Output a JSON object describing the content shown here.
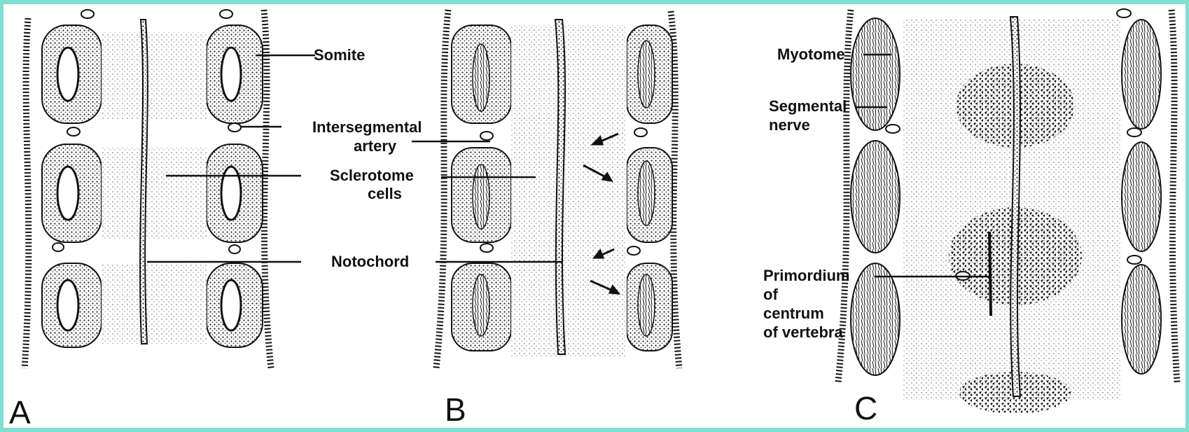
{
  "figure": {
    "panels": [
      {
        "letter": "A"
      },
      {
        "letter": "B"
      },
      {
        "letter": "C"
      }
    ],
    "labels": {
      "somite": "Somite",
      "intersegmental_artery_1": "Intersegmental",
      "intersegmental_artery_2": "artery",
      "sclerotome_cells_1": "Sclerotome",
      "sclerotome_cells_2": "cells",
      "notochord": "Notochord",
      "myotome": "Myotome",
      "segmental_nerve_1": "Segmental",
      "segmental_nerve_2": "nerve",
      "primordium_1": "Primordium",
      "primordium_2": "of",
      "primordium_3": "centrum",
      "primordium_4": "of vertebra"
    },
    "colors": {
      "background": "#7fe0d4",
      "ink": "#111111",
      "paper": "#ffffff"
    }
  }
}
